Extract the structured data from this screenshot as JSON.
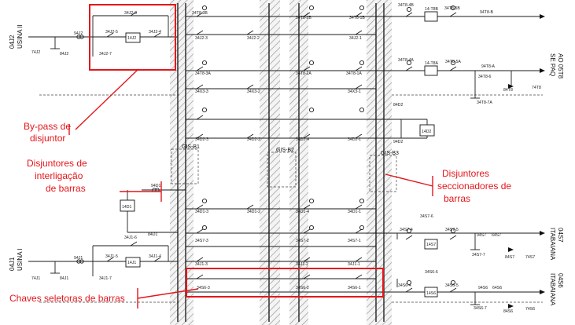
{
  "feeders": {
    "left_top": {
      "code": "04J2",
      "name": "USINA II"
    },
    "left_bottom": {
      "code": "04J1",
      "name": "USINA I"
    },
    "right_1": {
      "code": "AO 05T8",
      "name": "SE PAQ"
    },
    "right_2": {
      "code": "04S7",
      "name": "ITABAIANA"
    },
    "right_3": {
      "code": "04S6",
      "name": "ITABAIANA"
    }
  },
  "annotations": {
    "bypass_line1": "By-pass de",
    "bypass_line2": "disjuntor",
    "interlig_line1": "Disjuntores de",
    "interlig_line2": "interligação",
    "interlig_line3": "de barras",
    "secc_line1": "Disjuntores",
    "secc_line2": "seccionadores de",
    "secc_line3": "barras",
    "chaves": "Chaves seletoras de barras"
  },
  "gis": {
    "b1": "GIS-B1",
    "b2": "GIS-B2",
    "b3": "GIS-B3"
  },
  "labels": {
    "j2_6": "34J2-6",
    "j2_5": "34J2-5",
    "j2_4": "34J2-4",
    "j2_7": "34J2-7",
    "brk_14j2": "14J2",
    "j2_94": "94J2",
    "j2_74": "74J2",
    "j2_84": "84J2",
    "t8_3b": "34T8-3B",
    "t8_2b": "34T8-2B",
    "t8_1b": "34T8-1B",
    "t8_4b": "34T8-4B",
    "brk_14t8b": "14-T8B",
    "t8_5b": "34T8-5B",
    "t8_94b": "94T8-B",
    "j2_3": "34J2-3",
    "j2_2": "34J2-2",
    "j2_1": "34J2-1",
    "t8_3a": "34T8-3A",
    "t8_2a": "34T8-2A",
    "t8_1a": "34T8-1A",
    "t8_4a": "34T8-4A",
    "brk_14t8a": "14-T8A",
    "t8_5a": "34T8-5A",
    "t8_94a": "94T8-A",
    "t8_6": "34T8-6",
    "t8_7a": "34T8-7A",
    "t8_84": "84T8",
    "t8_74": "74T8",
    "x3_3": "34X3-3",
    "x3_2": "34X3-2",
    "x3_1": "34X3-1",
    "d2_84": "84D2",
    "brk_14d2": "14D2",
    "d2_3": "34D2-3",
    "d2_2": "34D2-2",
    "d2_4": "34D2-4",
    "d2_1": "34D2-1",
    "d2_94": "94D2",
    "d1_94": "94D1",
    "brk_14d1": "14D1",
    "d1_84": "84D1",
    "d1_3": "34D1-3",
    "d1_2": "34D1-2",
    "d1_4": "34D1-4",
    "d1_1": "34D1-1",
    "j1_6": "34J1-6",
    "j1_5": "34J1-5",
    "j1_4": "34J1-4",
    "j1_7": "34J1-7",
    "brk_14j1": "14J1",
    "j1_94": "94J1",
    "j1_74": "74J1",
    "j1_84": "84J1",
    "j1_3": "34J1-3",
    "j1_2": "34J1-2",
    "j1_1": "34J1-1",
    "s7_6": "34S7-6",
    "s7_4": "34S7-4",
    "brk_14s7": "14S7",
    "s7_5": "34S7-5",
    "s7_94": "94S7",
    "s7_64": "64S7",
    "s7_7": "34S7-7",
    "s7_84": "84S7",
    "s7_74": "74S7",
    "s7_3": "34S7-3",
    "s7_2": "34S7-2",
    "s7_1": "34S7-1",
    "s6_6": "34S6-6",
    "s6_4": "34S6-4",
    "brk_14s6": "14S6",
    "s6_5": "34S6-5",
    "s6_94": "94S6",
    "s6_64": "64S6",
    "s6_7": "34S6-7",
    "s6_84": "84S6",
    "s6_74": "74S6",
    "s6_3": "34S6-3",
    "s6_2": "34S6-2",
    "s6_1": "34S6-1"
  }
}
